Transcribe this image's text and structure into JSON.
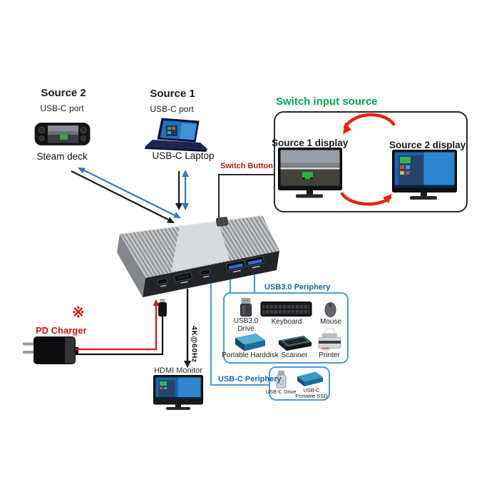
{
  "sources": {
    "source2": {
      "title": "Source 2",
      "port_label": "USB-C port",
      "device_label": "Steam deck"
    },
    "source1": {
      "title": "Source 1",
      "port_label": "USB-C port",
      "device_label": "USB-C Laptop"
    }
  },
  "switch_panel": {
    "title": "Switch input source",
    "display1_label": "Source 1 display",
    "display2_label": "Source 2 display"
  },
  "dock": {
    "switch_button_label": "Switch Button"
  },
  "power": {
    "charger_label": "PD Charger",
    "note_mark": "※"
  },
  "hdmi_output": {
    "bandwidth_label": "4K@60Hz",
    "monitor_label": "HDMI Monitor"
  },
  "usb3_periphery": {
    "title": "USB3.0 Periphery",
    "items": [
      "USB3.0 Drive",
      "Keyboard",
      "Mouse",
      "Portable Harddisk",
      "Scanner",
      "Printer"
    ]
  },
  "usbc_periphery": {
    "title": "USB-C Periphery",
    "items": [
      "USB-C Drive",
      "USB-C Portable SSD"
    ]
  },
  "colors": {
    "title_green": "#00a651",
    "label_red": "#c81414",
    "arrow_red": "#e8250e",
    "periphery_blue": "#1e5fa9",
    "box_border_blue": "#4c9bd6",
    "arrow_blue": "#3579bd",
    "dock_silver": "#c6c9cc"
  }
}
